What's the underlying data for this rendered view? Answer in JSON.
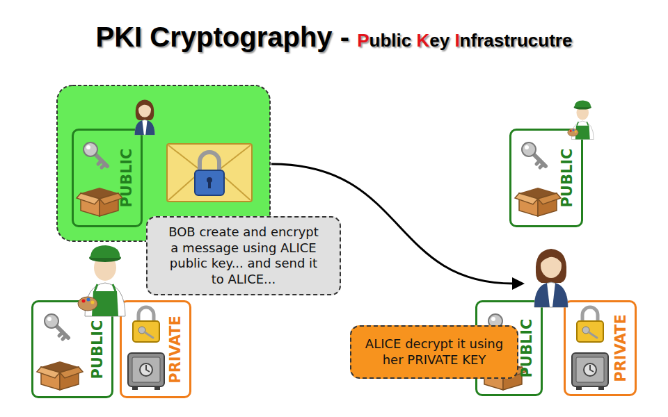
{
  "diagram": {
    "title": "PKI Cryptography - Public Key Infrastrucutre",
    "nodes": [
      {
        "text": [
          "PUBLIC"
        ]
      },
      {
        "text": [
          "BOB create and encrypt a message using ALICE public key... and send it to ALICE..."
        ]
      },
      {
        "text": [
          "PUBLIC"
        ]
      },
      {
        "text": [
          "PUBLIC"
        ]
      },
      {
        "text": [
          "PRIVATE"
        ]
      },
      {
        "text": [
          "PUBLIC"
        ]
      },
      {
        "text": [
          "PRIVATE"
        ]
      },
      {
        "text": [
          "ALICE decrypt it using her PRIVATE KEY"
        ]
      }
    ]
  }
}
